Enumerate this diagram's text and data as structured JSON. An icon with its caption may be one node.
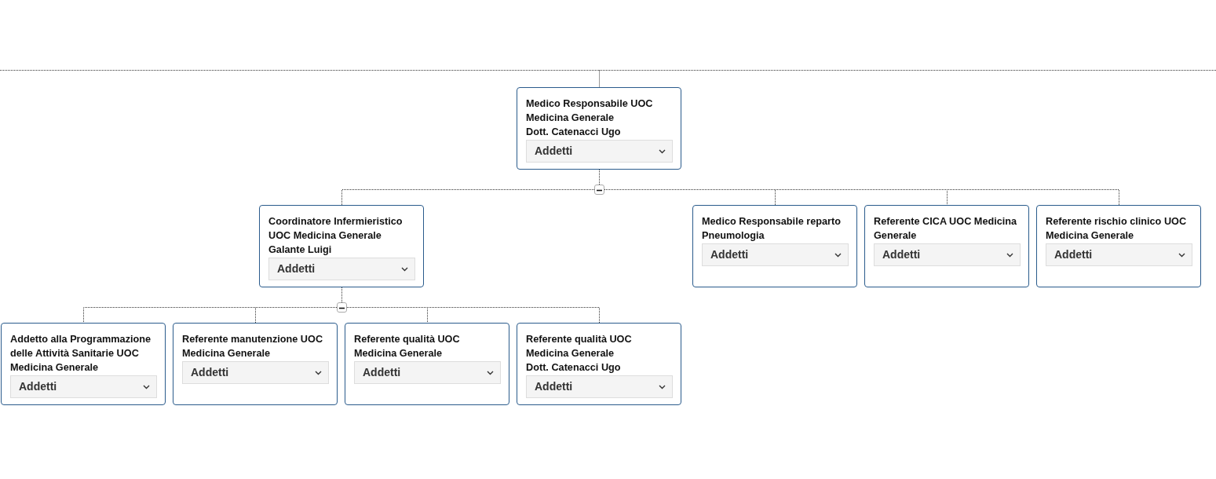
{
  "diagram": {
    "nodes": [
      {
        "text": [
          "Medico Responsabile UOC Medicina Generale",
          "Dott. Catenacci Ugo",
          "Addetti"
        ]
      },
      {
        "text": [
          "Coordinatore Infermieristico UOC Medicina Generale",
          "Galante Luigi",
          "Addetti"
        ]
      },
      {
        "text": [
          "Medico Responsabile reparto Pneumologia",
          "Addetti"
        ]
      },
      {
        "text": [
          "Referente CICA UOC Medicina Generale",
          "Addetti"
        ]
      },
      {
        "text": [
          "Referente rischio clinico UOC Medicina Generale",
          "Addetti"
        ]
      },
      {
        "text": [
          "Addetto alla Programmazione delle Attività Sanitarie UOC Medicina Generale",
          "Addetti"
        ]
      },
      {
        "text": [
          "Referente manutenzione UOC Medicina Generale",
          "Addetti"
        ]
      },
      {
        "text": [
          "Referente qualità UOC Medicina Generale",
          "Addetti"
        ]
      },
      {
        "text": [
          "Referente qualità UOC Medicina Generale",
          "Dott. Catenacci Ugo",
          "Addetti"
        ]
      }
    ],
    "edges": [
      {
        "from": null,
        "to": 0,
        "arrow": "none"
      },
      {
        "from": 0,
        "to": 1,
        "arrow": "none"
      },
      {
        "from": 0,
        "to": 2,
        "arrow": "none"
      },
      {
        "from": 0,
        "to": 3,
        "arrow": "none"
      },
      {
        "from": 0,
        "to": 4,
        "arrow": "none"
      },
      {
        "from": 1,
        "to": 5,
        "arrow": "none"
      },
      {
        "from": 1,
        "to": 6,
        "arrow": "none"
      },
      {
        "from": 1,
        "to": 7,
        "arrow": "none"
      },
      {
        "from": 1,
        "to": 8,
        "arrow": "none"
      }
    ]
  }
}
